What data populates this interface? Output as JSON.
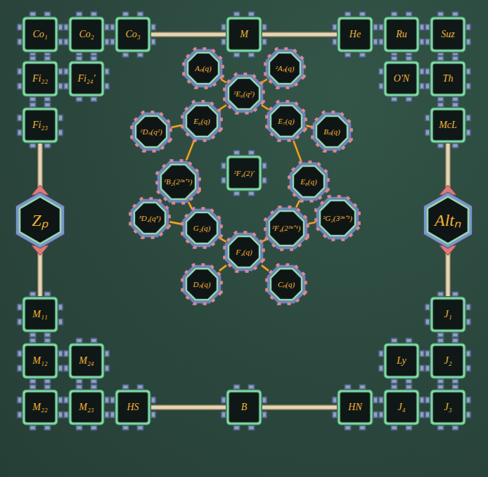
{
  "diagram": {
    "nodes": [
      {
        "text": [
          "Co₁"
        ]
      },
      {
        "text": [
          "Co₂"
        ]
      },
      {
        "text": [
          "Co₃"
        ]
      },
      {
        "text": [
          "M"
        ]
      },
      {
        "text": [
          "He"
        ]
      },
      {
        "text": [
          "Ru"
        ]
      },
      {
        "text": [
          "Suz"
        ]
      },
      {
        "text": [
          "Fi₂₂"
        ]
      },
      {
        "text": [
          "Fi₂₄'"
        ]
      },
      {
        "text": [
          "O'N"
        ]
      },
      {
        "text": [
          "Th"
        ]
      },
      {
        "text": [
          "Fi₂₃"
        ]
      },
      {
        "text": [
          "McL"
        ]
      },
      {
        "text": [
          "Zₚ"
        ]
      },
      {
        "text": [
          "Altₙ"
        ]
      },
      {
        "text": [
          "M₁₁"
        ]
      },
      {
        "text": [
          "J₁"
        ]
      },
      {
        "text": [
          "M₁₂"
        ]
      },
      {
        "text": [
          "M₂₄"
        ]
      },
      {
        "text": [
          "Ly"
        ]
      },
      {
        "text": [
          "J₂"
        ]
      },
      {
        "text": [
          "M₂₂"
        ]
      },
      {
        "text": [
          "M₂₃"
        ]
      },
      {
        "text": [
          "HS"
        ]
      },
      {
        "text": [
          "B"
        ]
      },
      {
        "text": [
          "HN"
        ]
      },
      {
        "text": [
          "J₄"
        ]
      },
      {
        "text": [
          "J₃"
        ]
      },
      {
        "text": [
          "Aₙ(q)"
        ]
      },
      {
        "text": [
          "²Aₙ(q)"
        ]
      },
      {
        "text": [
          "²E₆(q²)"
        ]
      },
      {
        "text": [
          "E₆(q)"
        ]
      },
      {
        "text": [
          "E₇(q)"
        ]
      },
      {
        "text": [
          "²Dₙ(q²)"
        ]
      },
      {
        "text": [
          "Bₙ(q)"
        ]
      },
      {
        "text": [
          "²B₂(2²ⁿ⁺¹)"
        ]
      },
      {
        "text": [
          "²F₄(2)'"
        ]
      },
      {
        "text": [
          "E₈(q)"
        ]
      },
      {
        "text": [
          "³D₄(q³)"
        ]
      },
      {
        "text": [
          "G₂(q)"
        ]
      },
      {
        "text": [
          "²F₄(2²ⁿ⁺¹)"
        ]
      },
      {
        "text": [
          "²G₂(3²ⁿ⁺¹)"
        ]
      },
      {
        "text": [
          "F₄(q)"
        ]
      },
      {
        "text": [
          "Dₙ(q)"
        ]
      },
      {
        "text": [
          "Cₙ(q)"
        ]
      }
    ],
    "edges": [
      {
        "from": 2,
        "to": 3,
        "arrow": "none"
      },
      {
        "from": 3,
        "to": 4,
        "arrow": "none"
      },
      {
        "from": 11,
        "to": 15,
        "arrow": "none"
      },
      {
        "from": 12,
        "to": 16,
        "arrow": "none"
      },
      {
        "from": 23,
        "to": 24,
        "arrow": "none"
      },
      {
        "from": 24,
        "to": 25,
        "arrow": "none"
      },
      {
        "from": 28,
        "to": 30,
        "arrow": "none"
      },
      {
        "from": 29,
        "to": 30,
        "arrow": "none"
      },
      {
        "from": 30,
        "to": 31,
        "arrow": "none"
      },
      {
        "from": 30,
        "to": 32,
        "arrow": "none"
      },
      {
        "from": 31,
        "to": 33,
        "arrow": "none"
      },
      {
        "from": 32,
        "to": 34,
        "arrow": "none"
      },
      {
        "from": 31,
        "to": 35,
        "arrow": "none"
      },
      {
        "from": 32,
        "to": 37,
        "arrow": "none"
      },
      {
        "from": 35,
        "to": 39,
        "arrow": "none"
      },
      {
        "from": 37,
        "to": 40,
        "arrow": "none"
      },
      {
        "from": 38,
        "to": 39,
        "arrow": "none"
      },
      {
        "from": 41,
        "to": 40,
        "arrow": "none"
      },
      {
        "from": 39,
        "to": 42,
        "arrow": "none"
      },
      {
        "from": 40,
        "to": 42,
        "arrow": "none"
      },
      {
        "from": 42,
        "to": 43,
        "arrow": "none"
      },
      {
        "from": 42,
        "to": 44,
        "arrow": "none"
      }
    ]
  }
}
